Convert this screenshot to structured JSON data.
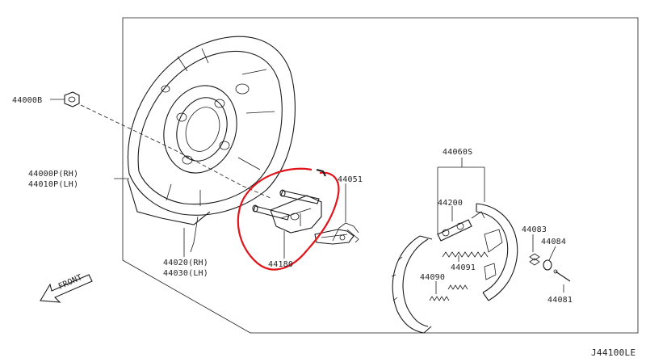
{
  "diagram": {
    "labels": {
      "nut": "44000B",
      "plate_rh": "44000P(RH)",
      "plate_lh": "44010P(LH)",
      "backing_rh": "44020(RH)",
      "backing_lh": "44030(LH)",
      "lever": "44180",
      "adjuster": "44051",
      "shoe_set": "44060S",
      "adjuster_assy": "44200",
      "spring_upper": "44091",
      "spring_lower": "44090",
      "retainer": "44083",
      "cup": "44084",
      "pin": "44081",
      "front": "FRONT"
    },
    "drawing_code": "J44100LE",
    "highlight_color": "#e0141a",
    "line_color": "#1a1a1a"
  }
}
